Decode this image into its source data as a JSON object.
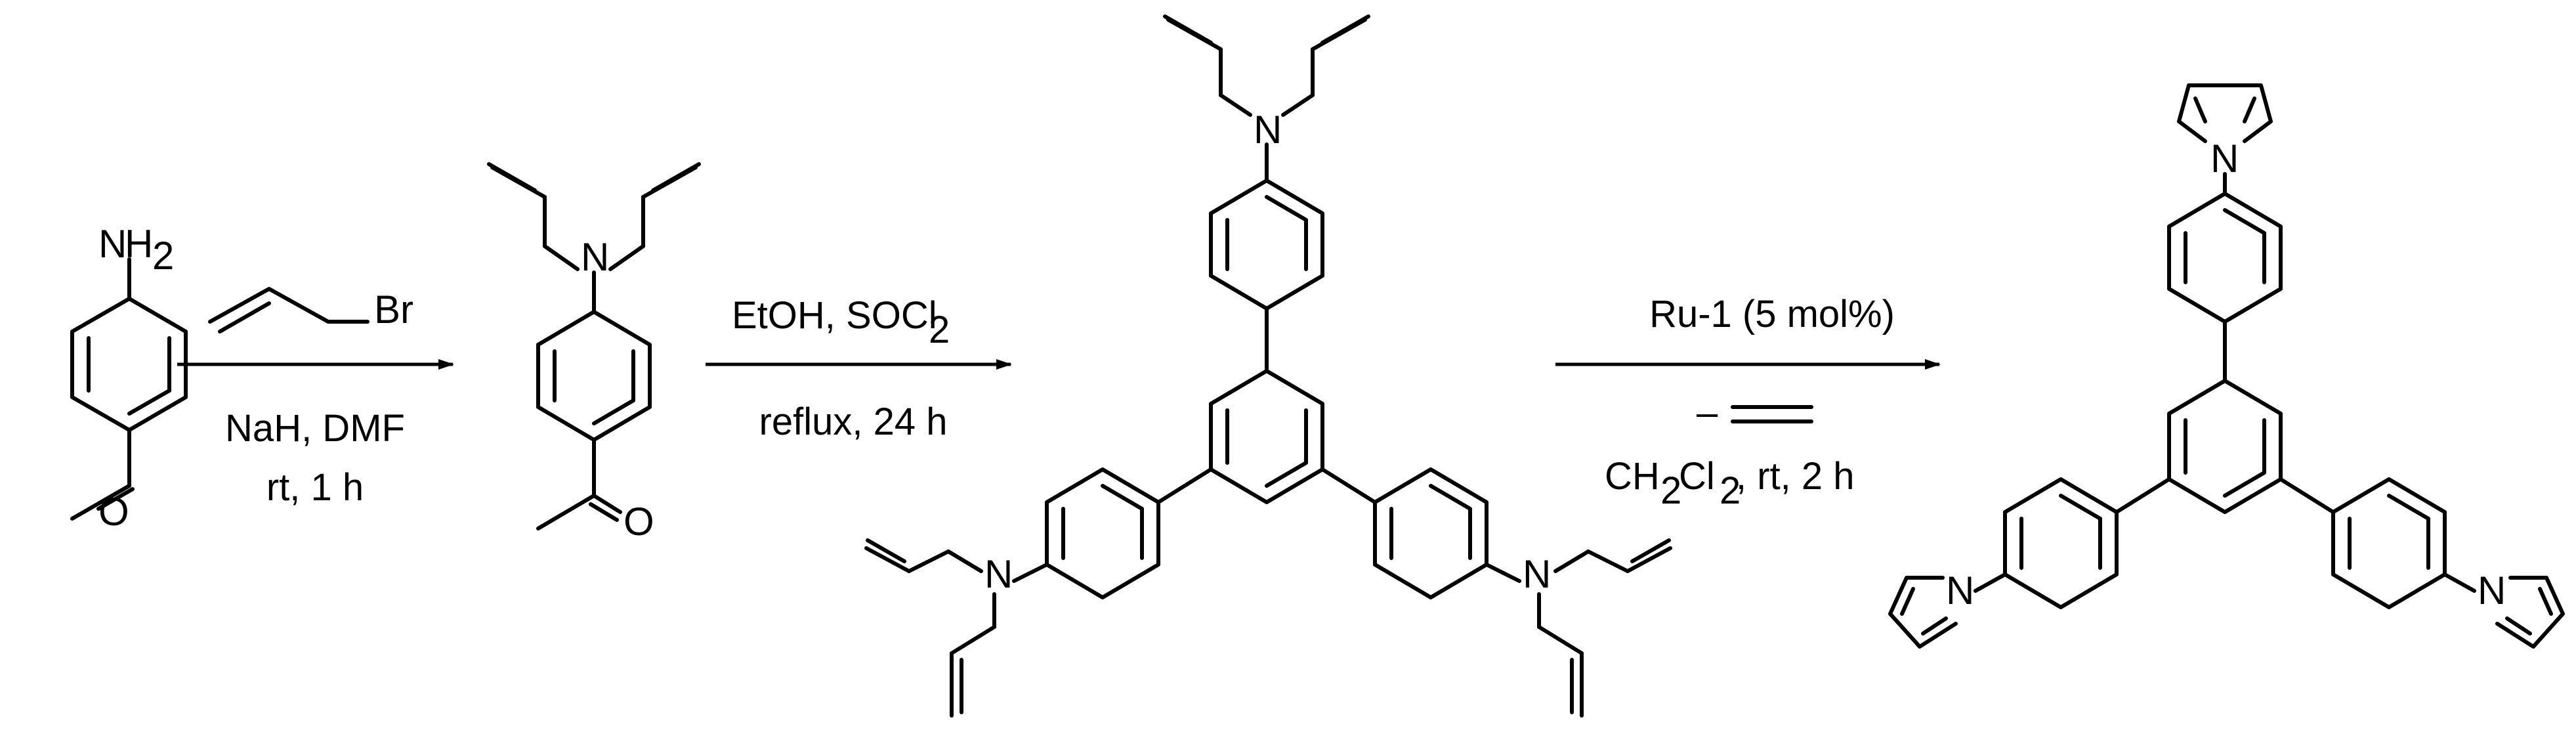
{
  "reagents": {
    "step1": {
      "bromide_atom": "Br",
      "line1": "NaH, DMF",
      "line2": "rt, 1 h"
    },
    "step2": {
      "line1_main": "EtOH, SOCl",
      "line1_sub": "2",
      "line2": "reflux, 24 h"
    },
    "step3": {
      "line1": "Ru-1 (5 mol%)",
      "minus": "–",
      "line3_a": "CH",
      "line3_sub1": "2",
      "line3_b": "Cl",
      "line3_sub2": "2",
      "line3_c": ", rt, 2 h"
    }
  },
  "atoms": {
    "amine_N": "N",
    "amine_H": "H",
    "amine_sub": "2",
    "oxygen": "O",
    "nitrogen": "N"
  }
}
